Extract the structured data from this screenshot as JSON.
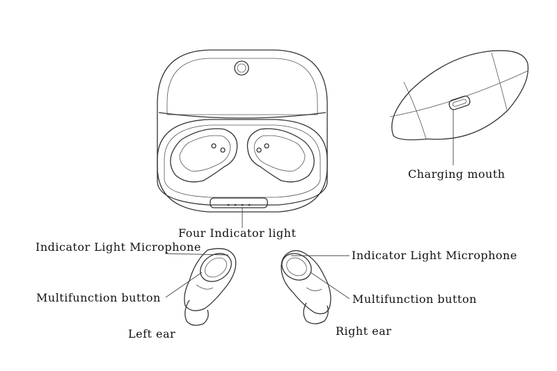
{
  "labels": {
    "four_indicator": "Four Indicator light",
    "charging_mouth": "Charging mouth",
    "left_indicator_mic": "Indicator Light Microphone",
    "right_indicator_mic": "Indicator Light Microphone",
    "left_multifunction": "Multifunction button",
    "right_multifunction": "Multifunction button",
    "left_ear": "Left ear",
    "right_ear": "Right ear"
  },
  "colors": {
    "line": "#333333",
    "text": "#111111",
    "background": "#ffffff"
  }
}
